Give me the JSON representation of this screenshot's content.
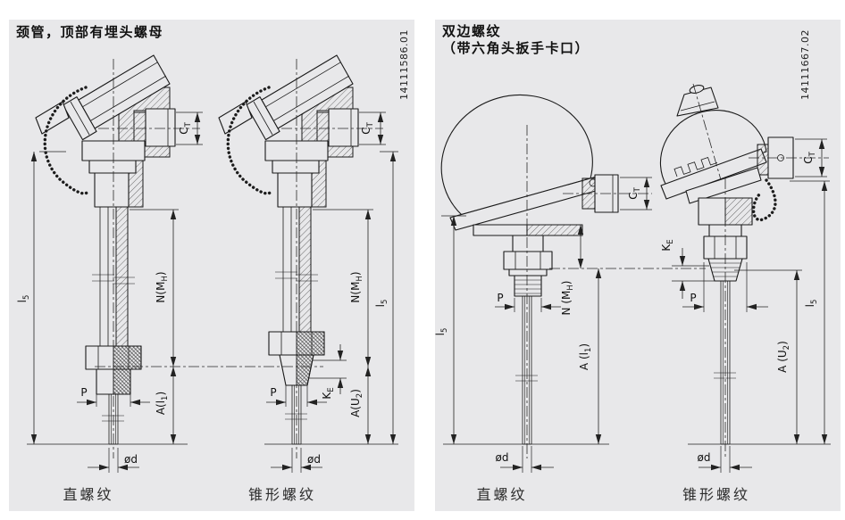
{
  "colors": {
    "panel_bg": "#e8e8ea",
    "line": "#1a1a1a",
    "background": "#ffffff"
  },
  "panels": {
    "left": {
      "title": "颈管，顶部有埋头螺母",
      "figure_id": "14111586.01",
      "captions": {
        "straight": "直螺纹",
        "tapered": "锥形螺纹"
      }
    },
    "right": {
      "title_line1": "双边螺纹",
      "title_line2": "（带六角头扳手卡口）",
      "figure_id": "14111667.02",
      "captions": {
        "straight": "直螺纹",
        "tapered": "锥形螺纹"
      }
    }
  },
  "dim_labels": {
    "l5": {
      "main": "l",
      "sub": "5"
    },
    "ct": {
      "main": "C",
      "sub": "T"
    },
    "ke": {
      "main": "K",
      "sub": "E"
    },
    "n_mh": {
      "pre": "N(M",
      "sub": "H",
      "post": ")"
    },
    "n_mh_spaced": {
      "pre": "N (M",
      "sub": "H",
      "post": ")"
    },
    "a_l1": {
      "pre": "A(l",
      "sub": "1",
      "post": ")"
    },
    "a_l1_spaced": {
      "pre": "A (l",
      "sub": "1",
      "post": ")"
    },
    "a_u2": {
      "pre": "A(U",
      "sub": "2",
      "post": ")"
    },
    "a_u2_spaced": {
      "pre": "A (U",
      "sub": "2",
      "post": ")"
    },
    "p": "P",
    "dia_d": "ød"
  }
}
